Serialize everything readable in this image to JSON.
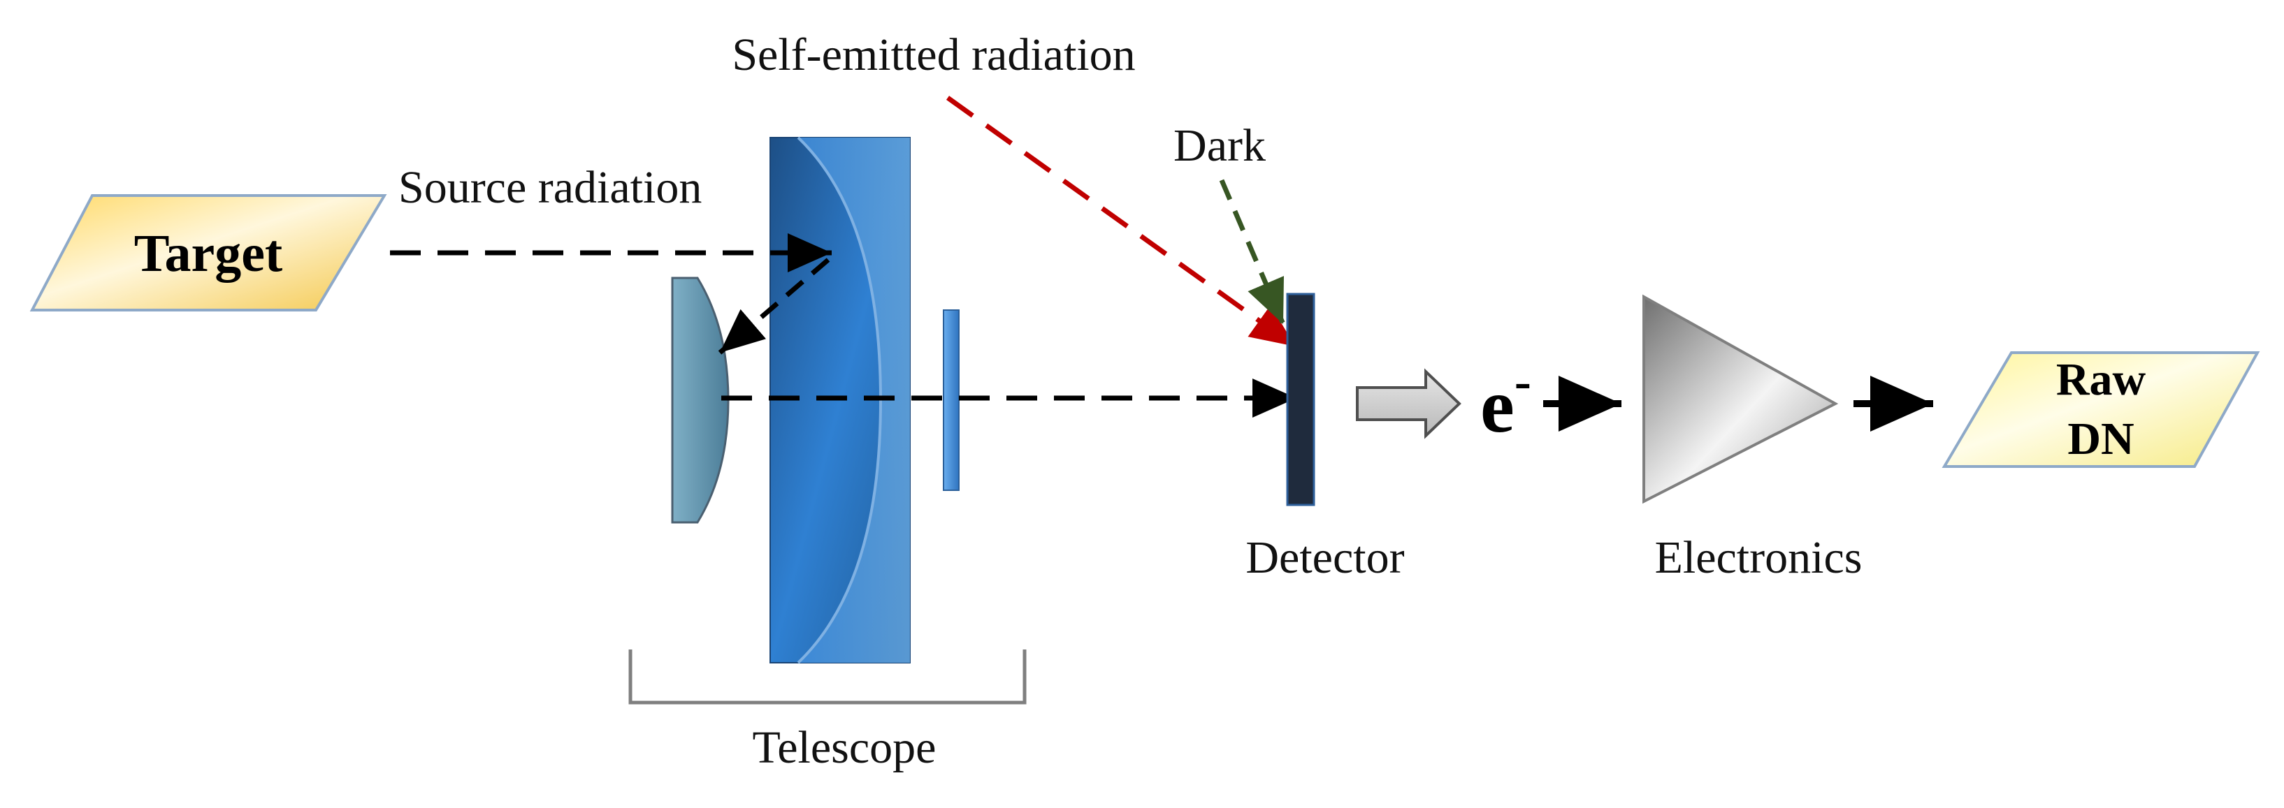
{
  "labels": {
    "target": "Target",
    "source_radiation": "Source radiation",
    "self_emitted": "Self-emitted radiation",
    "dark": "Dark",
    "detector": "Detector",
    "electron_base": "e",
    "electron_sup": "-",
    "electronics": "Electronics",
    "raw_line1": "Raw",
    "raw_line2": "DN",
    "telescope": "Telescope"
  },
  "colors": {
    "target_fill": "#ffd966",
    "raw_fill": "#fff2a1",
    "shape_edge": "#8ea9c8",
    "lens_blue": "#2e75c6",
    "secondary_mirror": "#6a9ab1",
    "detector": "#1f2b3d",
    "self_emitted_arrow": "#c00000",
    "dark_arrow": "#375623",
    "beam": "#000000",
    "bracket": "#7f7f7f"
  }
}
